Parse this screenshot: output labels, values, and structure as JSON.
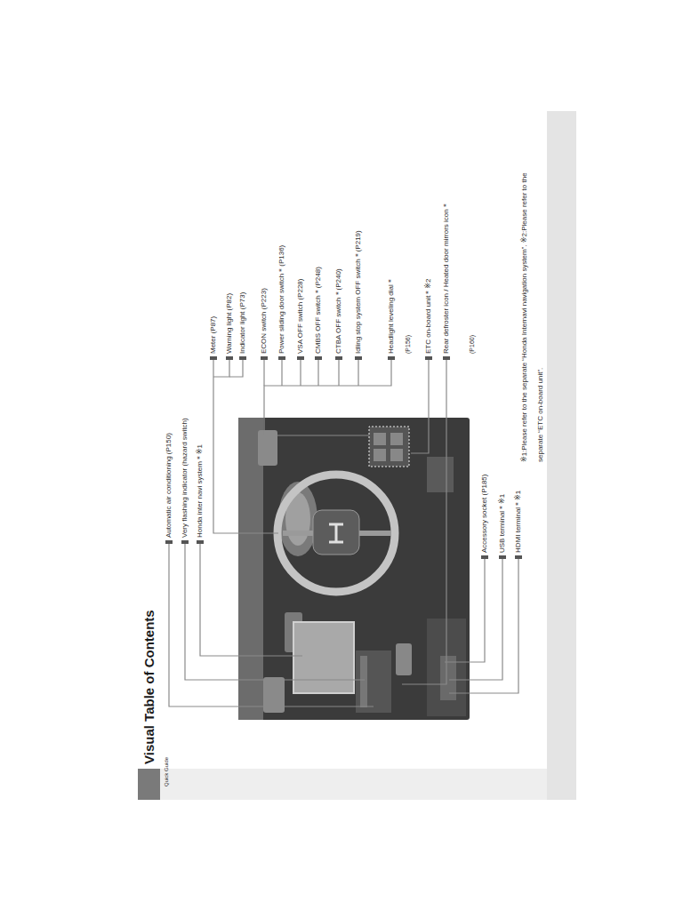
{
  "diagram": {
    "title": "Visual Table of Contents",
    "labels": [
      "Quick Guide",
      "Automatic air conditioning (P150)",
      "Very flashing indicator (hazard switch)",
      "Honda inter navi system＊※1",
      "Meter (P87)",
      "Warning light (P82)",
      "Indicator light (P73)",
      "ECON switch (P223)",
      "Power sliding door switch＊(P136)",
      "VSA OFF switch (P228)",
      "CMBS OFF switch＊(P248)",
      "CTBA OFF switch＊(P240)",
      "Idling stop system OFF switch＊(P219)",
      "Headlight leveling dial＊",
      "(P156)",
      "ETC on-board unit＊※2",
      "Rear defroster icon / Heated door mirrors icon＊",
      "(P160)",
      "Accessory socket (P185)",
      "USB terminal＊※1",
      "HDMI terminal＊※1",
      "※1:Please refer to the separate “Honda Internavi navigation system”. ※2:Please refer to the separate “ETC on-board unit”."
    ]
  }
}
